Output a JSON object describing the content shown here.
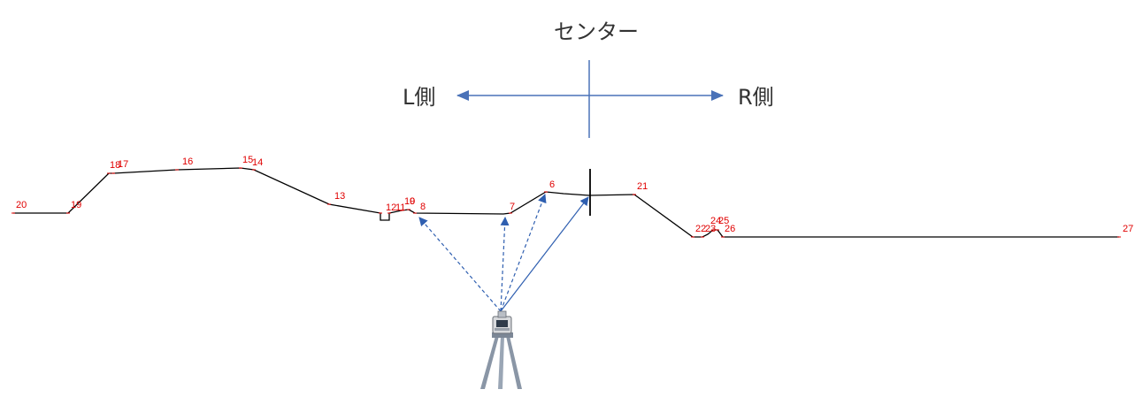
{
  "labels": {
    "center": "センター",
    "left": "L側",
    "right": "R側"
  },
  "colors": {
    "profile": "#000000",
    "point_label": "#e00000",
    "axis": "#4a72b8",
    "sight_line": "#2f5fb0"
  },
  "icons": {
    "instrument": "total-station-on-tripod-icon"
  },
  "points": [
    {
      "id": "p1",
      "label": "6"
    },
    {
      "id": "p2",
      "label": "7"
    },
    {
      "id": "p3",
      "label": "8"
    },
    {
      "id": "p4",
      "label": "9"
    },
    {
      "id": "p5",
      "label": "10"
    },
    {
      "id": "p6",
      "label": "11"
    },
    {
      "id": "p7",
      "label": "12"
    },
    {
      "id": "p8",
      "label": "13"
    },
    {
      "id": "p9",
      "label": "14"
    },
    {
      "id": "p10",
      "label": "15"
    },
    {
      "id": "p11",
      "label": "16"
    },
    {
      "id": "p12",
      "label": "17"
    },
    {
      "id": "p13",
      "label": "18"
    },
    {
      "id": "p14",
      "label": "19"
    },
    {
      "id": "p15",
      "label": "20"
    },
    {
      "id": "p16",
      "label": "21"
    },
    {
      "id": "p17",
      "label": "22"
    },
    {
      "id": "p18",
      "label": "23"
    },
    {
      "id": "p19",
      "label": "24"
    },
    {
      "id": "p20",
      "label": "25"
    },
    {
      "id": "p21",
      "label": "26"
    },
    {
      "id": "p22",
      "label": "27"
    }
  ]
}
